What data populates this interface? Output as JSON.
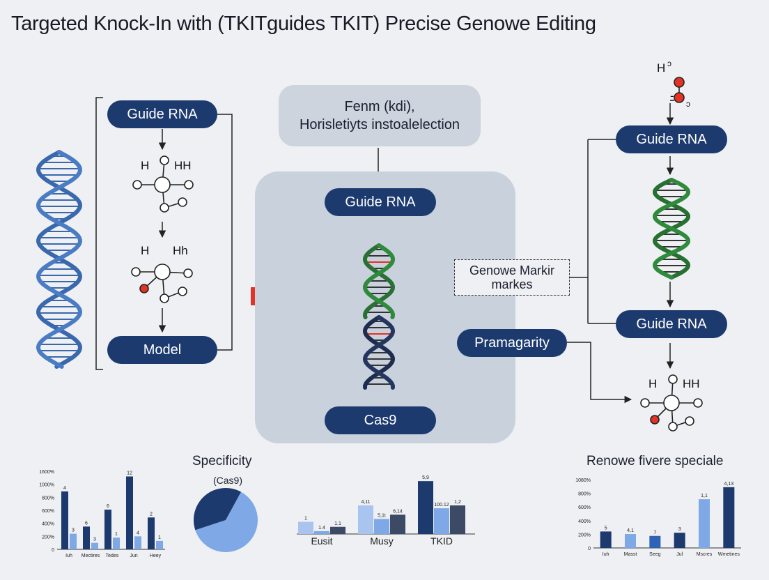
{
  "title": "Targeted Knock-In with (TKITguides TKIT) Precise Genowe Editing",
  "left": {
    "pill_top": "Guide RNA",
    "pill_bottom": "Model",
    "mol1_labels": [
      "H",
      "HH"
    ],
    "mol2_labels": [
      "H",
      "Hh"
    ]
  },
  "center": {
    "topbox_lines": [
      "Fenm (kdi),",
      "Horisletiyts instoalelection"
    ],
    "pill_top": "Guide RNA",
    "pill_bottom": "Cas9"
  },
  "middle_right": {
    "dash_lines": [
      "Genowe Markir",
      "markes"
    ],
    "pill": "Pramagarity"
  },
  "right": {
    "mol_top_labels": [
      "H",
      "ɔ",
      "-",
      "ɔ"
    ],
    "pill_top": "Guide RNA",
    "pill_bottom": "Guide RNA",
    "mol_bottom_labels": [
      "H",
      "HH"
    ]
  },
  "colors": {
    "navy": "#1c3a6e",
    "blue_helix": "#4a7cc4",
    "green_helix": "#2f8a3c",
    "accent_red": "#e23325",
    "light_blue": "#7fa8e6"
  },
  "chart_data": [
    {
      "type": "bar",
      "title": "",
      "ytick_labels": [
        "0",
        "200%",
        "400%",
        "600%",
        "800%",
        "1000%",
        "1600%"
      ],
      "categories": [
        "Iuh",
        "Mectires",
        "Tedes",
        "Jun",
        "Heey"
      ],
      "series": [
        {
          "values": [
            8.9,
            3.5,
            6.1,
            11.2,
            4.9
          ],
          "value_labels": [
            "4",
            "6",
            "6",
            "12",
            "2"
          ]
        },
        {
          "values": [
            2.4,
            1.0,
            1.8,
            2.0,
            1.3
          ],
          "value_labels": [
            "3",
            "3",
            "1",
            "4",
            "1"
          ]
        }
      ],
      "ylim": [
        0,
        12
      ]
    },
    {
      "type": "pie",
      "title": "Specificity",
      "subtitle": "(Cas9)",
      "values": [
        62,
        38
      ]
    },
    {
      "type": "bar",
      "title": "",
      "categories": [
        "Eusit",
        "Musy",
        "TKID"
      ],
      "series": [
        {
          "values": [
            1.7,
            4.0,
            7.4
          ],
          "value_labels": [
            "1",
            "4,11",
            "5,9"
          ]
        },
        {
          "values": [
            0.4,
            2.1,
            3.6
          ],
          "value_labels": [
            "1.4",
            "5,1t",
            "100.12"
          ]
        },
        {
          "values": [
            1.0,
            2.7,
            4.0
          ],
          "value_labels": [
            "1.1",
            "6,14",
            "1,2"
          ]
        }
      ]
    },
    {
      "type": "bar",
      "title": "Renowe fivere speciale",
      "ytick_labels": [
        "0",
        "200%",
        "400%",
        "600%",
        "800%",
        "1080%"
      ],
      "categories": [
        "Iuh",
        "Masst",
        "Seeg",
        "Jul",
        "Mscres",
        "Wmetines"
      ],
      "values": [
        2.6,
        2.2,
        1.9,
        2.4,
        7.7,
        9.6
      ],
      "value_labels": [
        "5",
        "4,1",
        "7",
        "3",
        "1,1",
        "4,13"
      ],
      "ylim": [
        0,
        10.8
      ]
    }
  ]
}
